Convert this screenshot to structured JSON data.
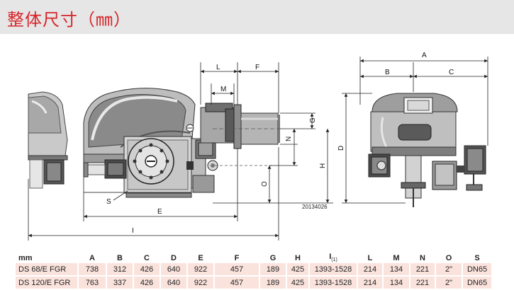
{
  "title": "整体尺寸（㎜）",
  "figure_code": "20134026",
  "dimension_labels": {
    "A": "A",
    "B": "B",
    "C": "C",
    "D": "D",
    "E": "E",
    "F": "F",
    "G": "G",
    "H": "H",
    "I": "I",
    "L": "L",
    "M": "M",
    "N": "N",
    "O": "O",
    "S": "S"
  },
  "table": {
    "unit_header": "mm",
    "columns": [
      "A",
      "B",
      "C",
      "D",
      "E",
      "F",
      "G",
      "H",
      "I",
      "L",
      "M",
      "N",
      "O",
      "S"
    ],
    "i_note": "(1)",
    "rows": [
      {
        "model": "DS 68/E FGR",
        "values": [
          "738",
          "312",
          "426",
          "640",
          "922",
          "457",
          "189",
          "425",
          "1393-1528",
          "214",
          "134",
          "221",
          "2\"",
          "DN65"
        ]
      },
      {
        "model": "DS 120/E FGR",
        "values": [
          "763",
          "337",
          "426",
          "640",
          "922",
          "457",
          "189",
          "425",
          "1393-1528",
          "214",
          "134",
          "221",
          "2\"",
          "DN65"
        ]
      }
    ]
  },
  "colors": {
    "title": "#d7262a",
    "table_fill": "#fbe3dd",
    "title_bar": "#e6e6e6"
  }
}
